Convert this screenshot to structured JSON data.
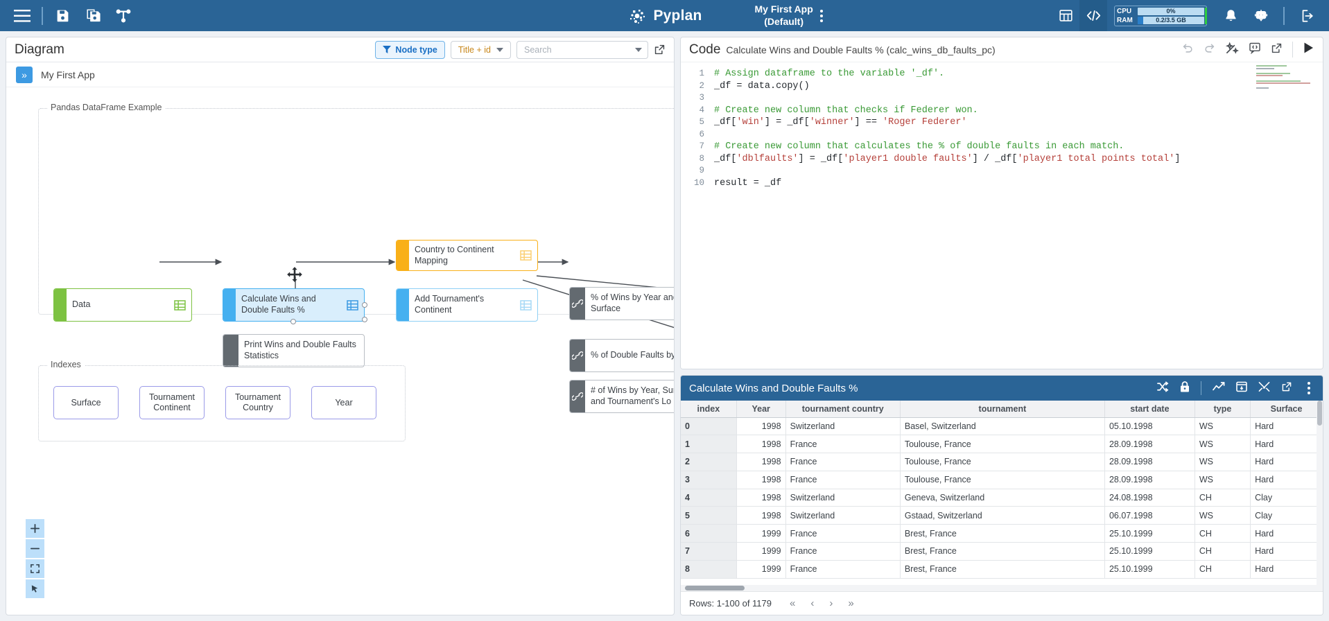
{
  "topbar": {
    "icons": [
      "hamburger-menu",
      "save",
      "save-as",
      "share-node"
    ],
    "brand": "Pyplan",
    "app_title_line1": "My First App",
    "app_title_line2": "(Default)",
    "view_toggle": [
      "grid-view",
      "code-view"
    ],
    "cpu_label": "CPU",
    "cpu_value": "0%",
    "ram_label": "RAM",
    "ram_value": "0.2/3.5 GB",
    "right_icons": [
      "bell",
      "chat-bot",
      "logout"
    ]
  },
  "diagram": {
    "title": "Diagram",
    "node_type_button": "Node type",
    "title_id_select": "Title + id",
    "search_placeholder": "Search",
    "search_value": "",
    "breadcrumb": "My First App",
    "group_label": "Pandas DataFrame Example",
    "indexes_label": "Indexes",
    "nodes": [
      {
        "label": "Data",
        "kind": "green",
        "icon": "table-icon"
      },
      {
        "label": "Calculate Wins and Double Faults %",
        "kind": "blue",
        "icon": "table-icon"
      },
      {
        "label": "Print Wins and Double Faults Statistics",
        "kind": "gray",
        "icon": ""
      },
      {
        "label": "Country to Continent Mapping",
        "kind": "orange",
        "icon": "table-icon"
      },
      {
        "label": "Add Tournament's Continent",
        "kind": "blue2",
        "icon": "table-icon"
      },
      {
        "label": "% of Wins by Year and Surface",
        "kind": "gray",
        "icon": "link-icon"
      },
      {
        "label": "% of Double Faults by",
        "kind": "gray",
        "icon": "link-icon"
      },
      {
        "label": "# of Wins by Year, Surface and Tournament's Lo",
        "kind": "gray",
        "icon": "link-icon"
      }
    ],
    "indexes": [
      "Surface",
      "Tournament Continent",
      "Tournament Country",
      "Year"
    ],
    "zoom_controls": [
      "zoom-in",
      "zoom-out",
      "fit-screen",
      "pointer"
    ]
  },
  "code": {
    "label": "Code",
    "subtitle": "Calculate Wins and Double Faults % (calc_wins_db_faults_pc)",
    "tools": [
      "undo",
      "redo",
      "magic-wand",
      "comment",
      "open-external",
      "run"
    ],
    "lines": [
      {
        "n": "1",
        "text": "# Assign dataframe to the variable '_df'.",
        "type": "comment"
      },
      {
        "n": "2",
        "text": "_df = data.copy()",
        "type": "code"
      },
      {
        "n": "3",
        "text": "",
        "type": "code"
      },
      {
        "n": "4",
        "text": "# Create new column that checks if Federer won.",
        "type": "comment"
      },
      {
        "n": "5",
        "text": "_df['win'] = _df['winner'] == 'Roger Federer'",
        "type": "code"
      },
      {
        "n": "6",
        "text": "",
        "type": "code"
      },
      {
        "n": "7",
        "text": "# Create new column that calculates the % of double faults in each match.",
        "type": "comment"
      },
      {
        "n": "8",
        "text": "_df['dblfaults'] = _df['player1 double faults'] / _df['player1 total points total']",
        "type": "code"
      },
      {
        "n": "9",
        "text": "",
        "type": "code"
      },
      {
        "n": "10",
        "text": "result = _df",
        "type": "code"
      }
    ]
  },
  "result": {
    "title": "Calculate Wins and Double Faults %",
    "tools": [
      "shuffle",
      "lock",
      "chart",
      "export",
      "tools",
      "open-external",
      "more"
    ],
    "columns": [
      "index",
      "Year",
      "tournament country",
      "tournament",
      "start date",
      "type",
      "Surface"
    ],
    "rows": [
      [
        "0",
        "1998",
        "Switzerland",
        "Basel, Switzerland",
        "05.10.1998",
        "WS",
        "Hard"
      ],
      [
        "1",
        "1998",
        "France",
        "Toulouse, France",
        "28.09.1998",
        "WS",
        "Hard"
      ],
      [
        "2",
        "1998",
        "France",
        "Toulouse, France",
        "28.09.1998",
        "WS",
        "Hard"
      ],
      [
        "3",
        "1998",
        "France",
        "Toulouse, France",
        "28.09.1998",
        "WS",
        "Hard"
      ],
      [
        "4",
        "1998",
        "Switzerland",
        "Geneva, Switzerland",
        "24.08.1998",
        "CH",
        "Clay"
      ],
      [
        "5",
        "1998",
        "Switzerland",
        "Gstaad, Switzerland",
        "06.07.1998",
        "WS",
        "Clay"
      ],
      [
        "6",
        "1999",
        "France",
        "Brest, France",
        "25.10.1999",
        "CH",
        "Hard"
      ],
      [
        "7",
        "1999",
        "France",
        "Brest, France",
        "25.10.1999",
        "CH",
        "Hard"
      ],
      [
        "8",
        "1999",
        "France",
        "Brest, France",
        "25.10.1999",
        "CH",
        "Hard"
      ]
    ],
    "rows_label": "Rows: 1-100 of 1179",
    "pager": [
      "«",
      "‹",
      "›",
      "»"
    ]
  },
  "colors": {
    "brand_blue": "#2a6496",
    "accent_blue": "#45b0f0",
    "green": "#7dc242",
    "orange": "#f9b018",
    "gray": "#636a70",
    "index_purple": "#9a9ae8"
  }
}
